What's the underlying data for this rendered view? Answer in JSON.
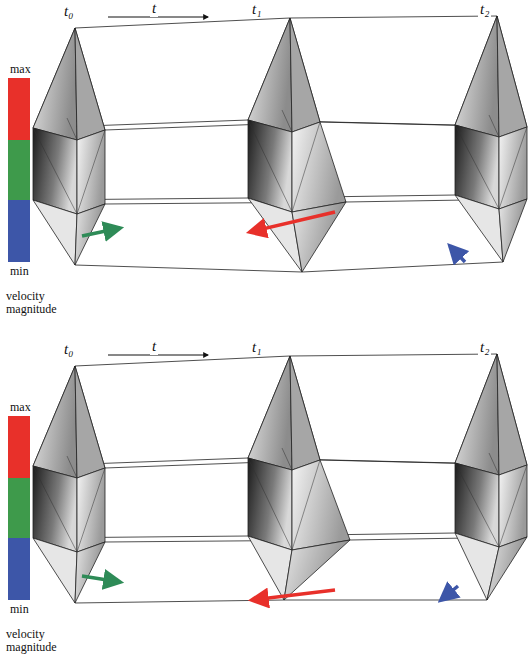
{
  "diagram": {
    "labels": [
      "t₀",
      "t",
      "t₁",
      "t₂",
      "velocity magnitude",
      "t₀",
      "t",
      "t₁",
      "t₂",
      "velocity magnitude"
    ],
    "legend": [
      {
        "text": "max",
        "color": "#e8302a"
      },
      {
        "text": "min",
        "color": "#3d56a8"
      },
      {
        "text": "max",
        "color": "#e8302a"
      },
      {
        "text": "min",
        "color": "#3d56a8"
      }
    ]
  }
}
